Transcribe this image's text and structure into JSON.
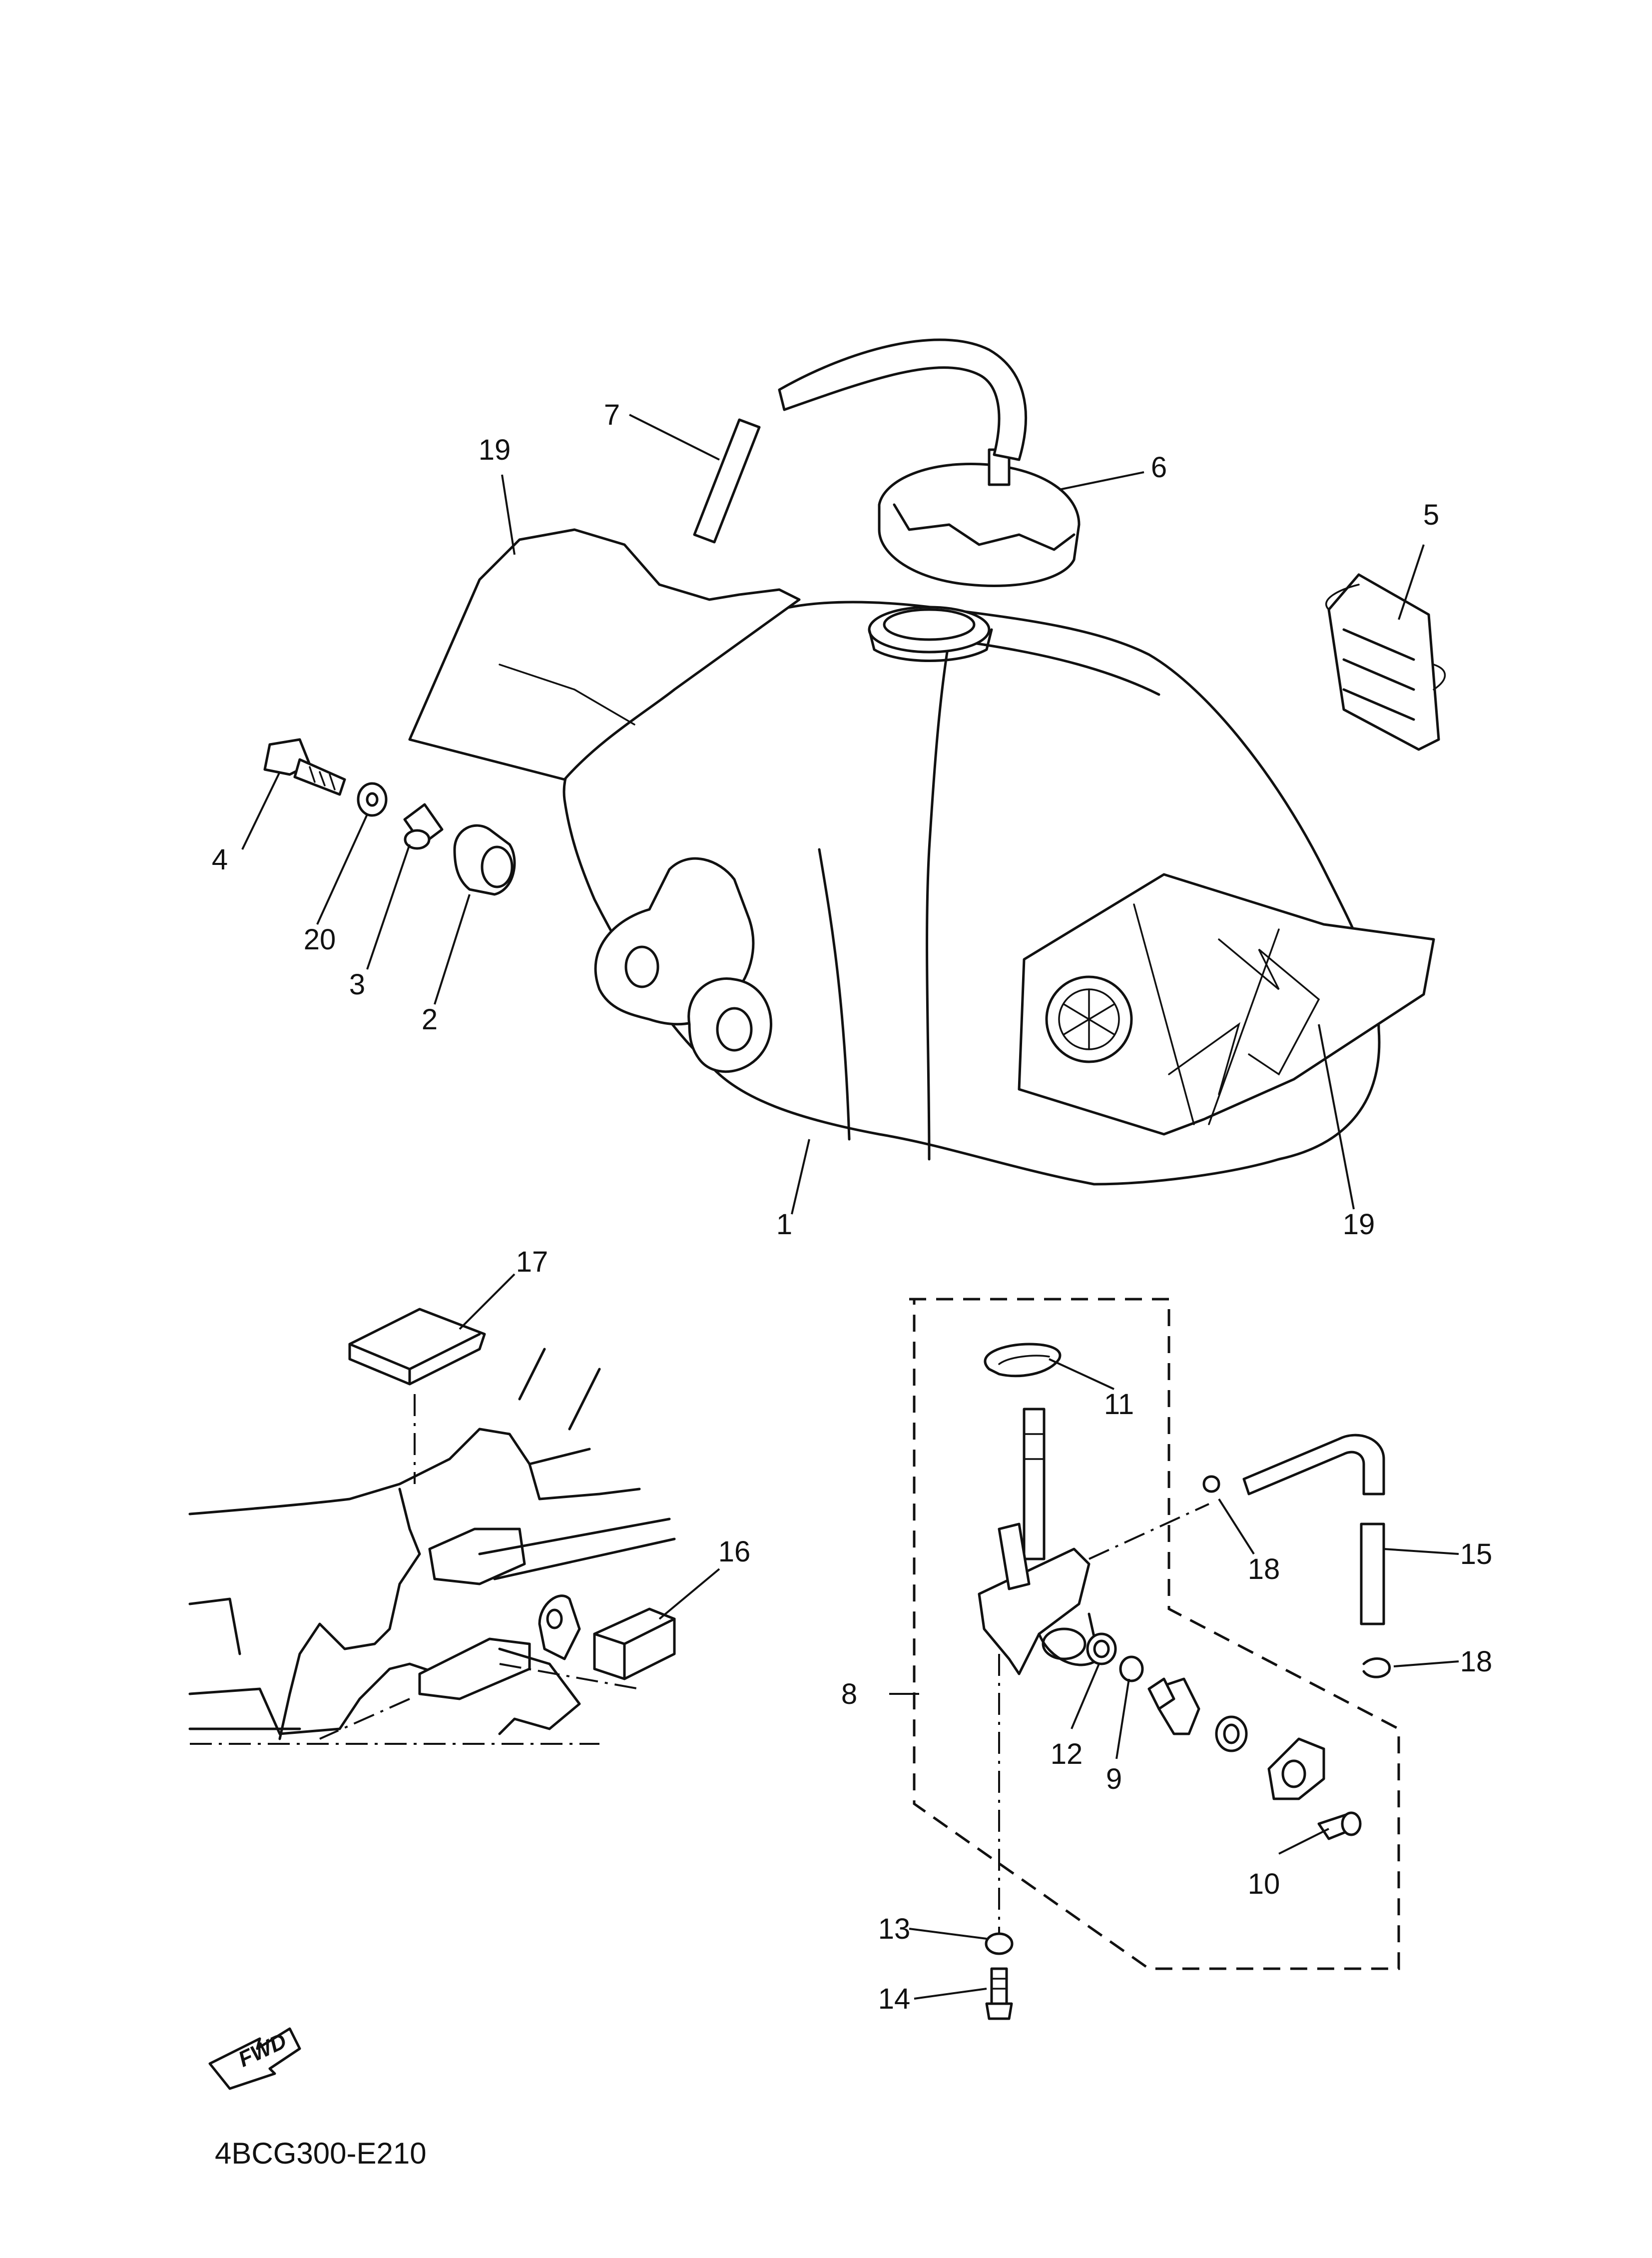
{
  "diagram_code": "4BCG300-E210",
  "fwd_label": "FWD",
  "callouts": {
    "c1": "1",
    "c2": "2",
    "c3": "3",
    "c4": "4",
    "c5": "5",
    "c6": "6",
    "c7": "7",
    "c8": "8",
    "c9": "9",
    "c10": "10",
    "c11": "11",
    "c12": "12",
    "c13": "13",
    "c14": "14",
    "c15": "15",
    "c16": "16",
    "c17": "17",
    "c18a": "18",
    "c18b": "18",
    "c19a": "19",
    "c19b": "19",
    "c20": "20"
  }
}
